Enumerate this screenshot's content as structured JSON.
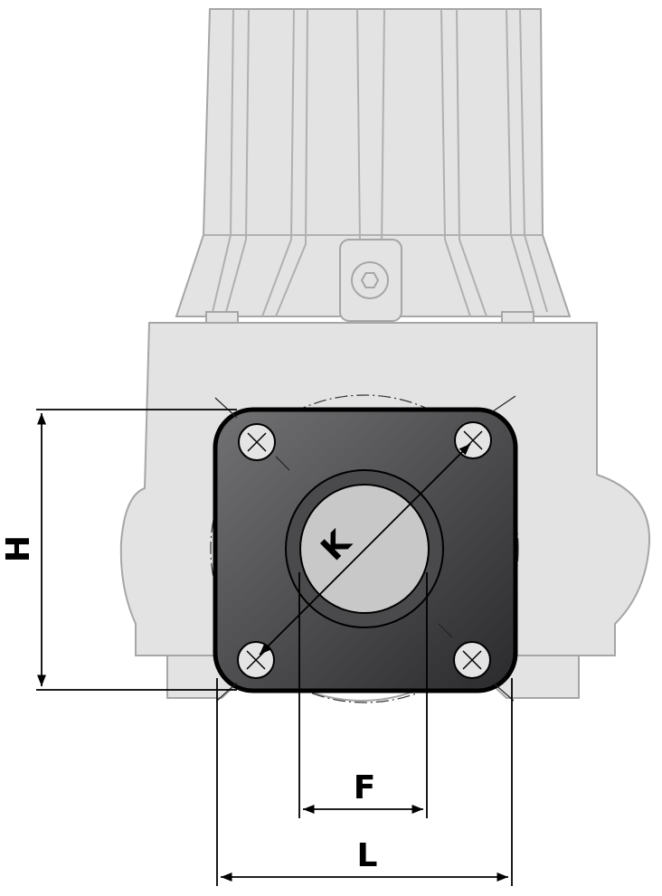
{
  "dimensions": {
    "height_label": "H",
    "bolt_circle_label": "K",
    "bore_label": "F",
    "width_label": "L"
  },
  "colors": {
    "body_fill": "#e3e3e3",
    "body_stroke": "#a6a6a6",
    "flange_light": "#6e6e70",
    "flange_dark": "#2c2c2e",
    "bore_fill": "#c8c8c8"
  }
}
